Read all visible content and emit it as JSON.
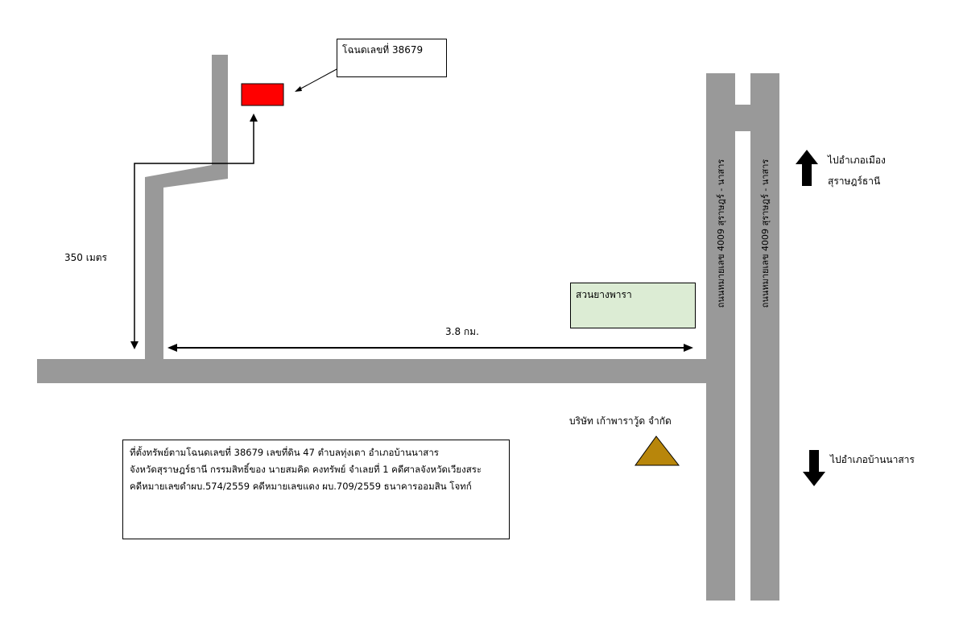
{
  "deed_label": "โฉนดเลขที่  38679",
  "distance_short": "350 เมตร",
  "distance_long": "3.8 กม.",
  "rubber_garden": "สวนยางพารา",
  "road_name_left": "ถนนหมายเลข 4009  สุราษฎร์ - นาสาร",
  "road_name_right": "ถนนหมายเลข 4009  สุราษฎร์ - นาสาร",
  "to_mueang_line1": "ไปอำเภอเมือง",
  "to_mueang_line2": "สุราษฎร์ธานี",
  "to_ban_na_san": "ไปอำเภอบ้านนาสาร",
  "company": "บริษัท เก้าพาราวู้ด จำกัด",
  "property_info": [
    "ที่ตั้งทรัพย์ตามโฉนดเลขที่  38679 เลขที่ดิน  47  ตำบลทุ่งเตา อำเภอบ้านนาสาร",
    "จังหวัดสุราษฎร์ธานี กรรมสิทธิ์ของ นายสมคิด คงทรัพย์ จำเลยที่ 1 คดีศาลจังหวัดเวียงสระ",
    "คดีหมายเลขดำผบ.574/2559 คดีหมายเลขแดง ผบ.709/2559  ธนาคารออมสิน โจทก์"
  ],
  "colors": {
    "road": "#999999",
    "property_marker": "#ff0000",
    "garden_fill": "#dcecd4",
    "landmark_triangle": "#b8860b"
  }
}
